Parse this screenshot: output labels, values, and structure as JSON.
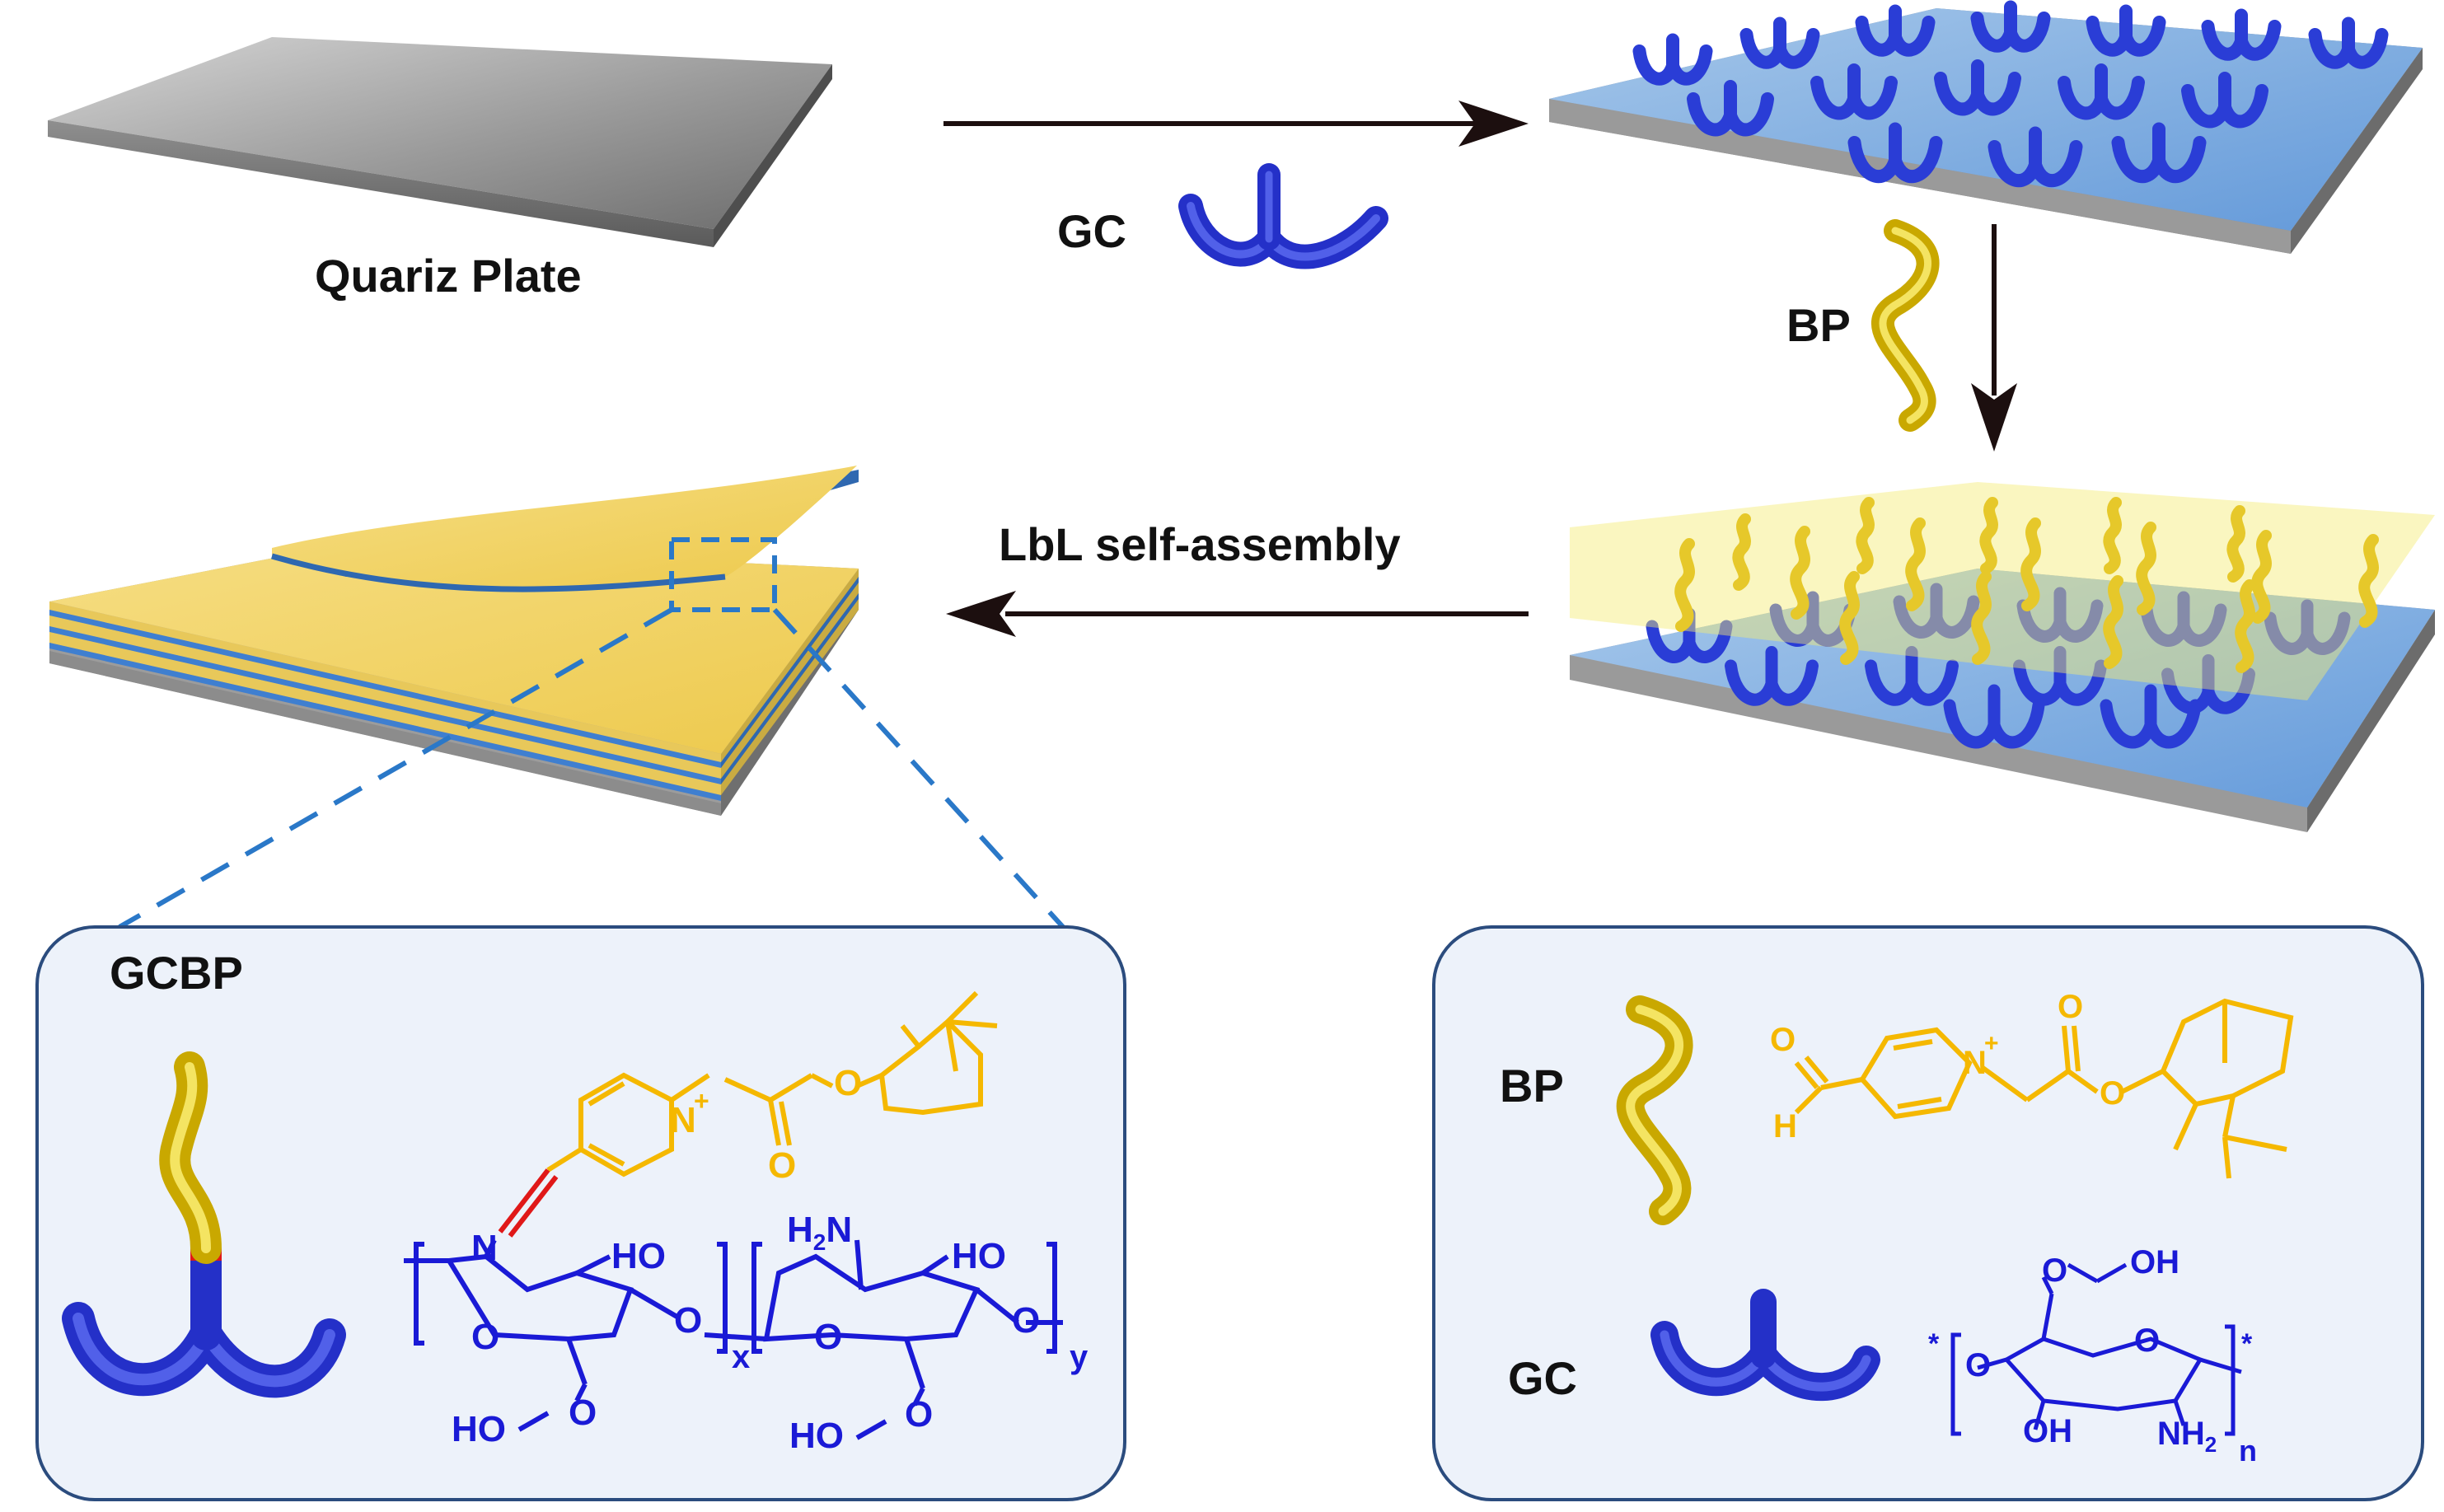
{
  "labels": {
    "quartz_plate": "Quariz Plate",
    "gc_step": "GC",
    "bp_step": "BP",
    "lbl_step": "LbL self-assembly"
  },
  "panels": {
    "gcbp": {
      "title": "GCBP",
      "chem": {
        "n_plus": "N",
        "charge": "+",
        "o1": "O",
        "o2": "O",
        "o3": "O",
        "imine_n": "N",
        "ho1": "HO",
        "ho2": "HO",
        "h2n": "H",
        "h2n_sub": "2",
        "h2n_n": "N",
        "ring_o1": "O",
        "ring_o2": "O",
        "glyco_o": "O",
        "end_o": "O",
        "side_o1": "O",
        "side_o2": "O",
        "ho_side1": "HO",
        "ho_side2": "HO",
        "sub_x": "x",
        "sub_y": "y"
      }
    },
    "legend": {
      "bp_label": "BP",
      "gc_label": "GC",
      "bp_chem": {
        "o_ald": "O",
        "h_ald": "H",
        "n_plus": "N",
        "charge": "+",
        "o_carbonyl": "O",
        "o_ester": "O"
      },
      "gc_chem": {
        "oh_top": "OH",
        "o_chain": "O",
        "o_ring": "O",
        "o_link": "O",
        "oh": "OH",
        "nh2": "NH",
        "nh2_sub": "2",
        "sub_n": "n",
        "star": "*"
      }
    }
  },
  "colors": {
    "gc_blue": "#3c50e6",
    "bp_yellow": "#f2d52e",
    "linker_red": "#e01818",
    "panel_fill": "#edf2fa",
    "panel_border": "#2b4c7e",
    "dash_blue": "#2a78c8",
    "arrow": "#1c0f0f",
    "chem_blue": "#1a1ad6",
    "chem_yellow": "#f5b800"
  }
}
